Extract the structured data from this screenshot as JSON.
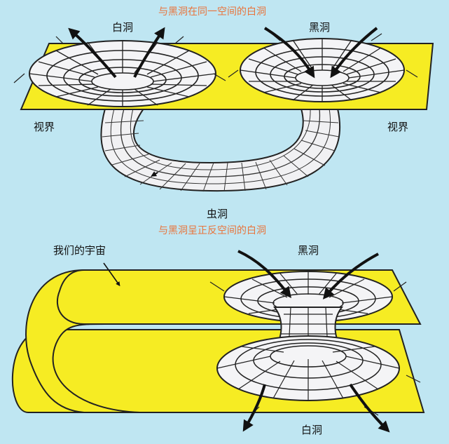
{
  "top_panel": {
    "title": "与黑洞在同一空间的白洞",
    "white_hole": "白洞",
    "black_hole": "黑洞",
    "horizon_left": "视界",
    "horizon_right": "视界",
    "wormhole": "虫洞"
  },
  "bottom_panel": {
    "title": "与黑洞呈正反空间的白洞",
    "our_universe": "我们的宇宙",
    "black_hole": "黑洞",
    "white_hole": "白洞"
  },
  "colors": {
    "background": "#bfe6f2",
    "sheet": "#f6ec23",
    "sheet_edge": "#222222",
    "funnel": "#f4f4f6",
    "title": "#e8743c"
  }
}
